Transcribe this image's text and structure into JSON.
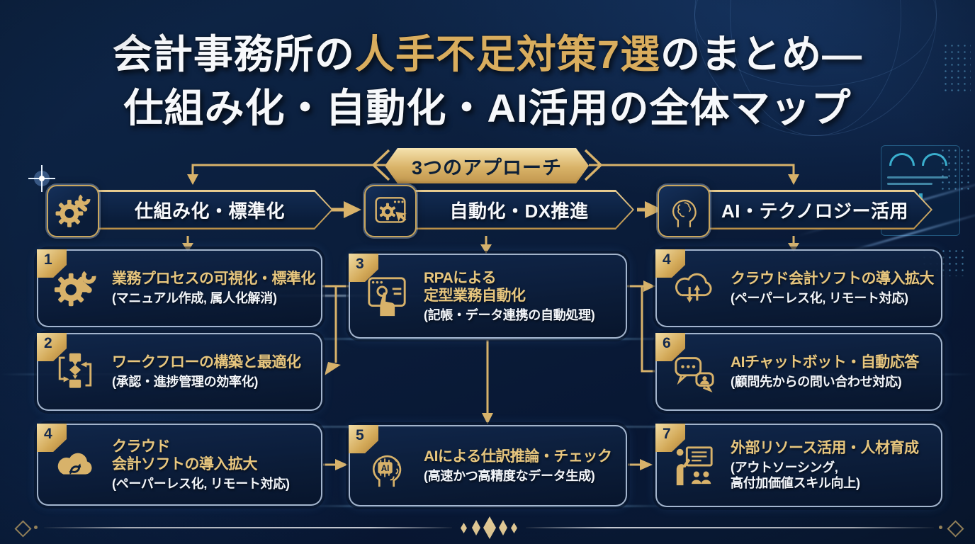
{
  "title": {
    "line1_pre": "会計事務所の",
    "line1_highlight": "人手不足対策7選",
    "line1_post": "のまとめ―",
    "line2": "仕組み化・自動化・AI活用の全体マップ"
  },
  "banner": {
    "label": "3つのアプローチ"
  },
  "headers": [
    {
      "label": "仕組み化・標準化",
      "icon": "gear-wrench-icon"
    },
    {
      "label": "自動化・DX推進",
      "icon": "window-gear-cursor-icon"
    },
    {
      "label": "AI・テクノロジー活用",
      "icon": "head-brain-icon"
    }
  ],
  "cards": [
    {
      "number": "1",
      "icon": "gear-wrench-icon",
      "title_lines": [
        "業務プロセスの可視化・標準化"
      ],
      "subtitle_lines": [
        "(マニュアル作成, 属人化解消)"
      ]
    },
    {
      "number": "2",
      "icon": "workflow-icon",
      "title_lines": [
        "ワークフローの構築と最適化"
      ],
      "subtitle_lines": [
        "(承認・進捗管理の効率化)"
      ]
    },
    {
      "number": "4",
      "icon": "cloud-sync-icon",
      "title_lines": [
        "クラウド",
        "会計ソフトの導入拡大"
      ],
      "subtitle_lines": [
        "(ペーパーレス化, リモート対応)"
      ]
    },
    {
      "number": "3",
      "icon": "window-hand-icon",
      "title_lines": [
        "RPAによる",
        "定型業務自動化"
      ],
      "subtitle_lines": [
        "(記帳・データ連携の自動処理)"
      ]
    },
    {
      "number": "5",
      "icon": "head-ai-chip-icon",
      "icon_label": "AI",
      "title_lines": [
        "AIによる仕訳推論・チェック"
      ],
      "subtitle_lines": [
        "(高速かつ高精度なデータ生成)"
      ]
    },
    {
      "number": "4",
      "icon": "cloud-updown-icon",
      "title_lines": [
        "クラウド会計ソフトの導入拡大"
      ],
      "subtitle_lines": [
        "(ペーパーレス化, リモート対応)"
      ]
    },
    {
      "number": "6",
      "icon": "chat-bubbles-icon",
      "title_lines": [
        "AIチャットボット・自動応答"
      ],
      "subtitle_lines": [
        "(顧問先からの問い合わせ対応)"
      ]
    },
    {
      "number": "7",
      "icon": "presenter-icon",
      "title_lines": [
        "外部リソース活用・人材育成"
      ],
      "subtitle_lines": [
        "(アウトソーシング,",
        "高付加価値スキル向上)"
      ]
    }
  ],
  "colors": {
    "background_navy": "#0b1e3c",
    "gold": "#d8b26a",
    "gold_title": "#d9ad5e",
    "card_title_gold": "#e7c67e",
    "white_text": "#f4f7fb",
    "accent_cyan": "#49d6ef",
    "navy_text": "#0d2038"
  }
}
